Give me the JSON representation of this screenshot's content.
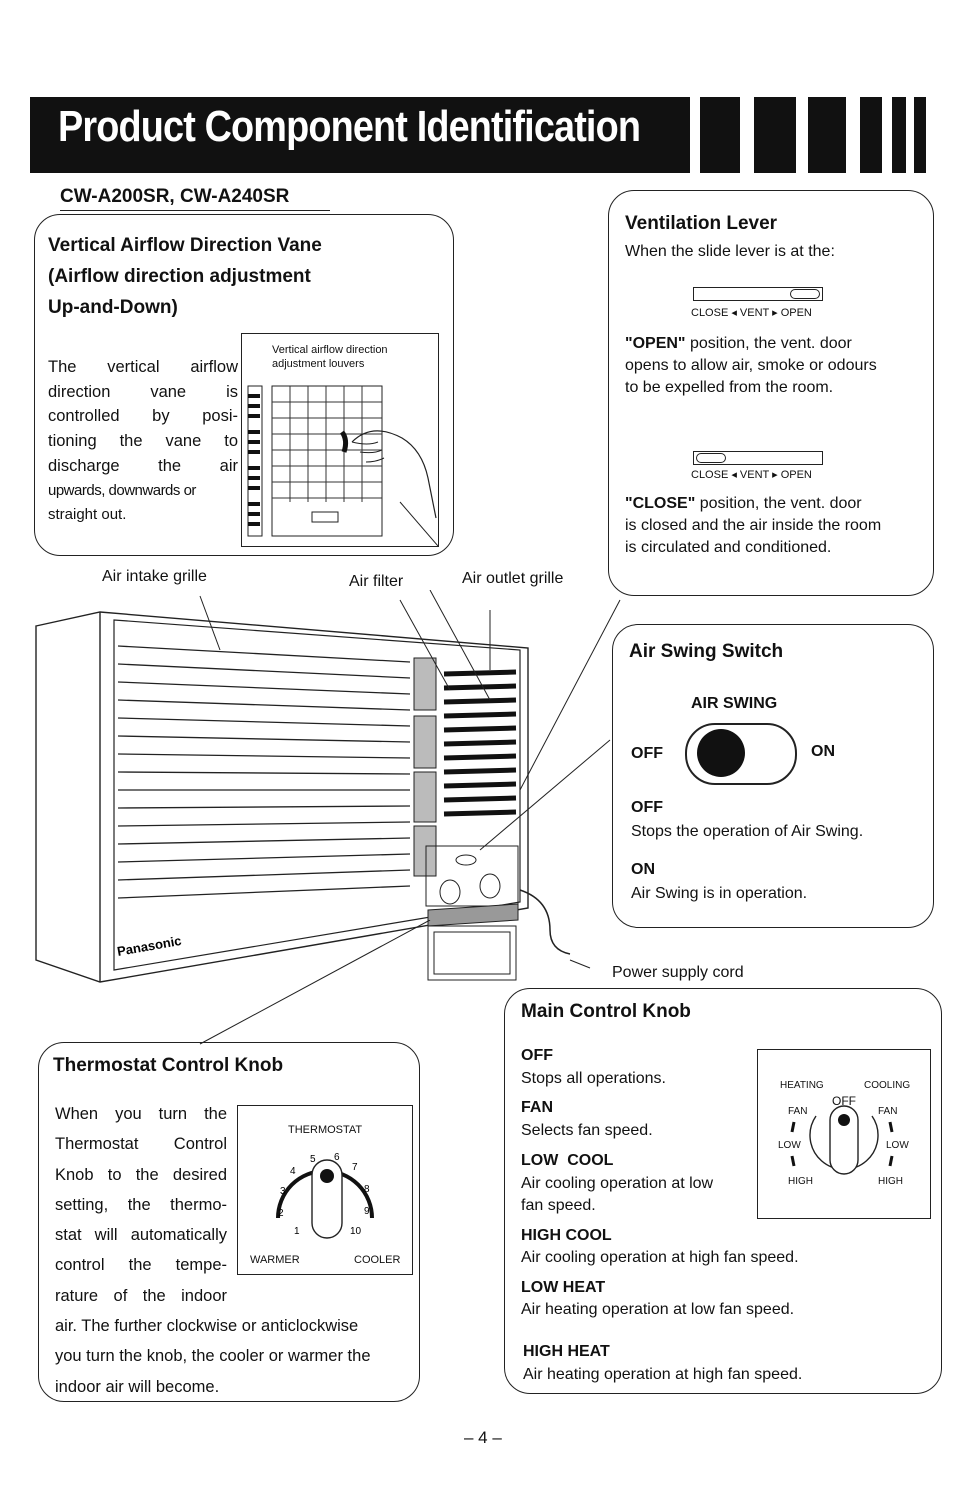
{
  "banner_title": "Product Component Identification",
  "model": "CW-A200SR, CW-A240SR",
  "vertical_vane": {
    "heading_1": "Vertical Airflow Direction Vane",
    "heading_2": "(Airflow direction adjustment",
    "heading_3": "Up-and-Down)",
    "body_lines": [
      "The vertical airflow",
      "direction vane is",
      "controlled by posi-",
      "tioning the vane to",
      "discharge the air",
      "upwards, downwards or",
      "straight out."
    ],
    "illustration_caption_1": "Vertical airflow direction",
    "illustration_caption_2": "adjustment louvers"
  },
  "ventilation": {
    "heading": "Ventilation Lever",
    "intro": "When the slide lever is at the:",
    "lever_scale": "CLOSE ◂ VENT ▸ OPEN",
    "open_word": "\"OPEN\"",
    "open_lines": [
      " position, the vent. door",
      "opens to allow air, smoke or odours",
      "to be expelled from the room."
    ],
    "close_word": "\"CLOSE\"",
    "close_lines": [
      " position, the vent. door",
      "is closed and the air inside the room",
      "is circulated and conditioned."
    ]
  },
  "unit_labels": {
    "air_intake": "Air intake grille",
    "air_filter": "Air filter",
    "air_outlet": "Air outlet grille",
    "power_cord": "Power supply cord",
    "brand": "Panasonic"
  },
  "air_swing": {
    "heading": "Air Swing Switch",
    "switch_label": "AIR SWING",
    "off": "OFF",
    "on": "ON",
    "off_title": "OFF",
    "off_desc": "Stops the operation of Air Swing.",
    "on_title": "ON",
    "on_desc": "Air Swing is in operation."
  },
  "thermostat": {
    "heading": "Thermostat Control Knob",
    "body_lines_narrow": [
      "When you turn the",
      "Thermostat Control",
      "Knob to the desired",
      "setting, the thermo-",
      "stat will automatically",
      "control the tempe-",
      "rature of the indoor"
    ],
    "body_lines_wide": [
      "air. The further clockwise or anticlockwise",
      "you turn the knob, the cooler or warmer the",
      "indoor air will become."
    ],
    "dial_title": "THERMOSTAT",
    "dial_numbers": [
      "1",
      "2",
      "3",
      "4",
      "5",
      "6",
      "7",
      "8",
      "9",
      "10"
    ],
    "warmer": "WARMER",
    "cooler": "COOLER"
  },
  "main_control": {
    "heading": "Main Control Knob",
    "items": [
      {
        "title": "OFF",
        "desc": [
          "Stops all operations."
        ]
      },
      {
        "title": "FAN",
        "desc": [
          "Selects fan speed."
        ]
      },
      {
        "title": "LOW  COOL",
        "desc": [
          "Air cooling operation at low",
          "fan speed."
        ]
      },
      {
        "title": "HIGH COOL",
        "desc": [
          "Air cooling operation at high fan speed."
        ]
      },
      {
        "title": "LOW HEAT",
        "desc": [
          "Air heating operation at low fan speed."
        ]
      },
      {
        "title": "HIGH HEAT",
        "desc": [
          "Air heating operation at high fan speed."
        ]
      }
    ],
    "dial": {
      "heating": "HEATING",
      "cooling": "COOLING",
      "off": "OFF",
      "fan_left": "FAN",
      "fan_right": "FAN",
      "low_left": "LOW",
      "low_right": "LOW",
      "high_left": "HIGH",
      "high_right": "HIGH"
    }
  },
  "page_number": "– 4 –"
}
